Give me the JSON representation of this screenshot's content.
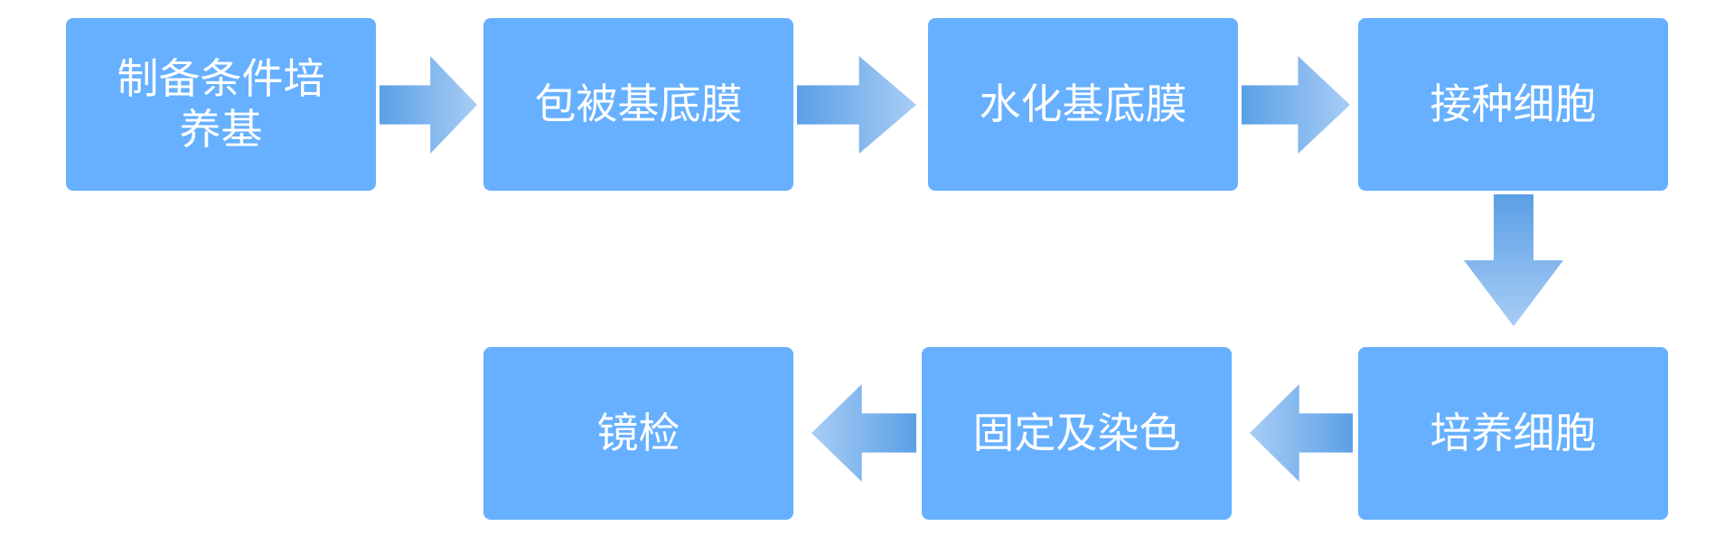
{
  "colors": {
    "box_fill": "#66b0ff",
    "text": "#ffffff",
    "arrow_dark": "#5b9fe6",
    "arrow_light": "#a8cdf5"
  },
  "steps": [
    {
      "label": "制备条件培养基"
    },
    {
      "label": "包被基底膜"
    },
    {
      "label": "水化基底膜"
    },
    {
      "label": "接种细胞"
    },
    {
      "label": "培养细胞"
    },
    {
      "label": "固定及染色"
    },
    {
      "label": "镜检"
    }
  ]
}
